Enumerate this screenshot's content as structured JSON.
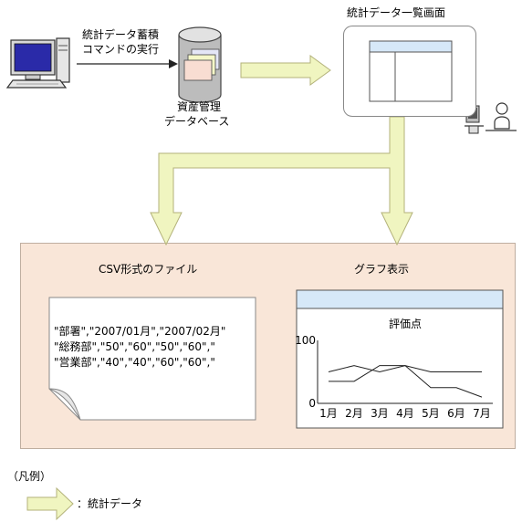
{
  "top": {
    "command_line1": "統計データ蓄積",
    "command_line2": "コマンドの実行",
    "db_line1": "資産管理",
    "db_line2": "データベース",
    "list_view_title": "統計データ一覧画面"
  },
  "panel": {
    "csv_title": "CSV形式のファイル",
    "graph_title": "グラフ表示",
    "csv_lines": [
      "\"部署\",\"2007/01月\",\"2007/02月\"",
      "\"総務部\",\"50\",\"60\",\"50\",\"60\",\"",
      "\"営業部\",\"40\",\"40\",\"60\",\"60\",\""
    ]
  },
  "legend": {
    "title": "（凡例）",
    "arrow_label": "：統計データ"
  },
  "colors": {
    "arrow_fill": "#f0f5c0",
    "arrow_stroke": "#b3b27a",
    "panel_bg": "#f9e6d8",
    "graph_header": "#d6e8f8"
  },
  "chart_data": {
    "type": "line",
    "title": "評価点",
    "categories": [
      "1月",
      "2月",
      "3月",
      "4月",
      "5月",
      "6月",
      "7月"
    ],
    "y_ticks": [
      "100",
      "0"
    ],
    "ylim": [
      0,
      100
    ],
    "grid": false,
    "series": [
      {
        "values": [
          50,
          60,
          50,
          60,
          50,
          50,
          50
        ]
      },
      {
        "values": [
          35,
          35,
          60,
          60,
          25,
          25,
          10
        ]
      }
    ]
  }
}
